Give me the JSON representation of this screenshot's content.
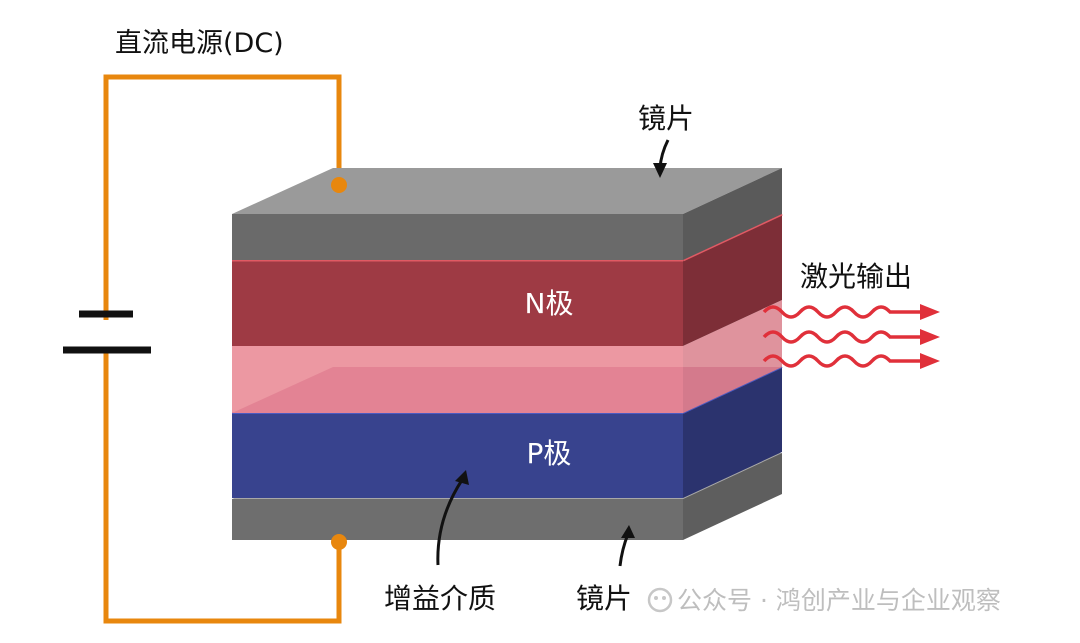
{
  "labels": {
    "power_source": "直流电源(DC)",
    "mirror_top": "镜片",
    "mirror_bottom": "镜片",
    "n_layer": "N极",
    "p_layer": "P极",
    "laser_output": "激光输出",
    "gain_medium": "增益介质"
  },
  "watermark": {
    "icon": "wechat-official-account-icon",
    "text": "公众号 · 鸿创产业与企业观察"
  },
  "colors": {
    "wire": "#E8870E",
    "mirror": "#8C8C8C",
    "n_layer": "#9E3A44",
    "gain_layer": "#E98A95",
    "p_layer": "#38438E",
    "laser": "#E0303A"
  }
}
